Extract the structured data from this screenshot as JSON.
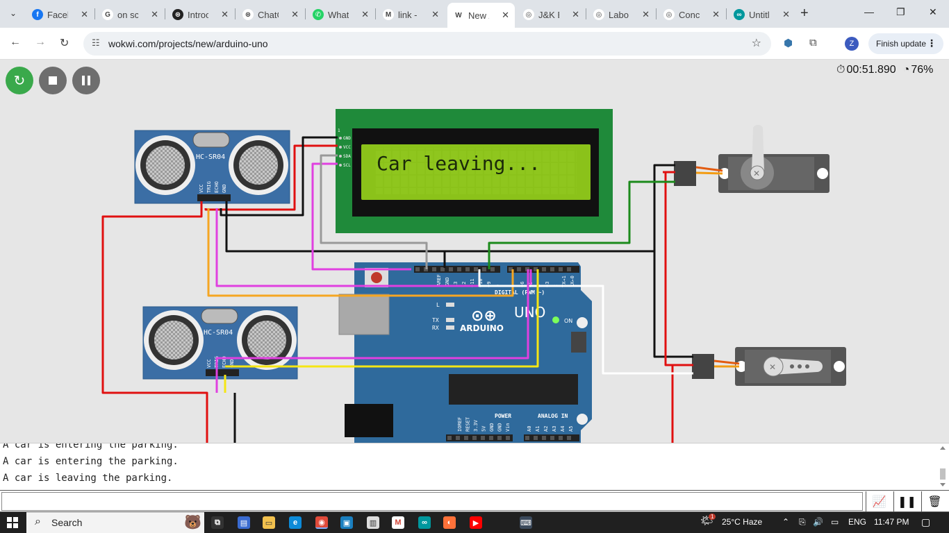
{
  "browser": {
    "tabs": [
      {
        "label": "Faceb",
        "icon": "facebook-icon",
        "color": "#1877f2",
        "glyph": "f"
      },
      {
        "label": "on sc",
        "icon": "google-icon",
        "color": "#ffffff",
        "glyph": "G"
      },
      {
        "label": "Introc",
        "icon": "openai-icon",
        "color": "#222222",
        "glyph": "⊛"
      },
      {
        "label": "ChatG",
        "icon": "chatgpt-icon",
        "color": "#ffffff",
        "glyph": "⊛"
      },
      {
        "label": "What",
        "icon": "whatsapp-icon",
        "color": "#25d366",
        "glyph": "✆"
      },
      {
        "label": "link -",
        "icon": "gmail-icon",
        "color": "#ffffff",
        "glyph": "M"
      },
      {
        "label": "New /",
        "icon": "wokwi-icon",
        "color": "#ffffff",
        "glyph": "W"
      },
      {
        "label": "J&K E",
        "icon": "jk-icon",
        "color": "#ffffff",
        "glyph": "◎"
      },
      {
        "label": "Labo",
        "icon": "labour-icon",
        "color": "#ffffff",
        "glyph": "◎"
      },
      {
        "label": "Conc",
        "icon": "concept-icon",
        "color": "#ffffff",
        "glyph": "◎"
      },
      {
        "label": "Untitl",
        "icon": "arduino-icon",
        "color": "#00979d",
        "glyph": "∞"
      }
    ],
    "active_tab": 6,
    "close_glyph": "✕",
    "new_tab_glyph": "+",
    "url": "wokwi.com/projects/new/arduino-uno",
    "update_button": "Finish update",
    "profile_initial": "Z"
  },
  "sim": {
    "timer": "00:51.890",
    "speed": "76%",
    "lcd_text": "Car leaving...",
    "sensor_label": "HC-SR04",
    "sensor_pins": [
      "VCC",
      "TRIG",
      "ECHO",
      "GND"
    ],
    "lcd_pins": [
      "GND",
      "VCC",
      "SDA",
      "SCL"
    ],
    "lcd_pin_one": "1",
    "board": {
      "brand": "ARDUINO",
      "model": "UNO",
      "on_label": "ON",
      "digital_label": "DIGITAL (PWM ~)",
      "power_label": "POWER",
      "analog_label": "ANALOG IN",
      "aref": "AREF",
      "gnd": "GND",
      "l_label": "L",
      "tx_label": "TX",
      "rx_label": "RX",
      "digital_pins": [
        "13",
        "12",
        "~11",
        "~10",
        "~9",
        "8"
      ],
      "digital_pins2": [
        "7",
        "~6",
        "~5",
        "4",
        "~3",
        "2",
        "TX→1",
        "RX←0"
      ],
      "power_pins": [
        "IOREF",
        "RESET",
        "3.3V",
        "5V",
        "GND",
        "GND",
        "Vin"
      ],
      "analog_pins": [
        "A0",
        "A1",
        "A2",
        "A3",
        "A4",
        "A5"
      ]
    }
  },
  "serial": {
    "lines": [
      "A car is entering the parking.",
      "A car is entering the parking.",
      "A car is leaving the parking."
    ],
    "input_value": ""
  },
  "taskbar": {
    "search_placeholder": "Search",
    "weather": "25°C  Haze",
    "language": "ENG",
    "time": "11:47 PM",
    "weather_badge": "1"
  }
}
